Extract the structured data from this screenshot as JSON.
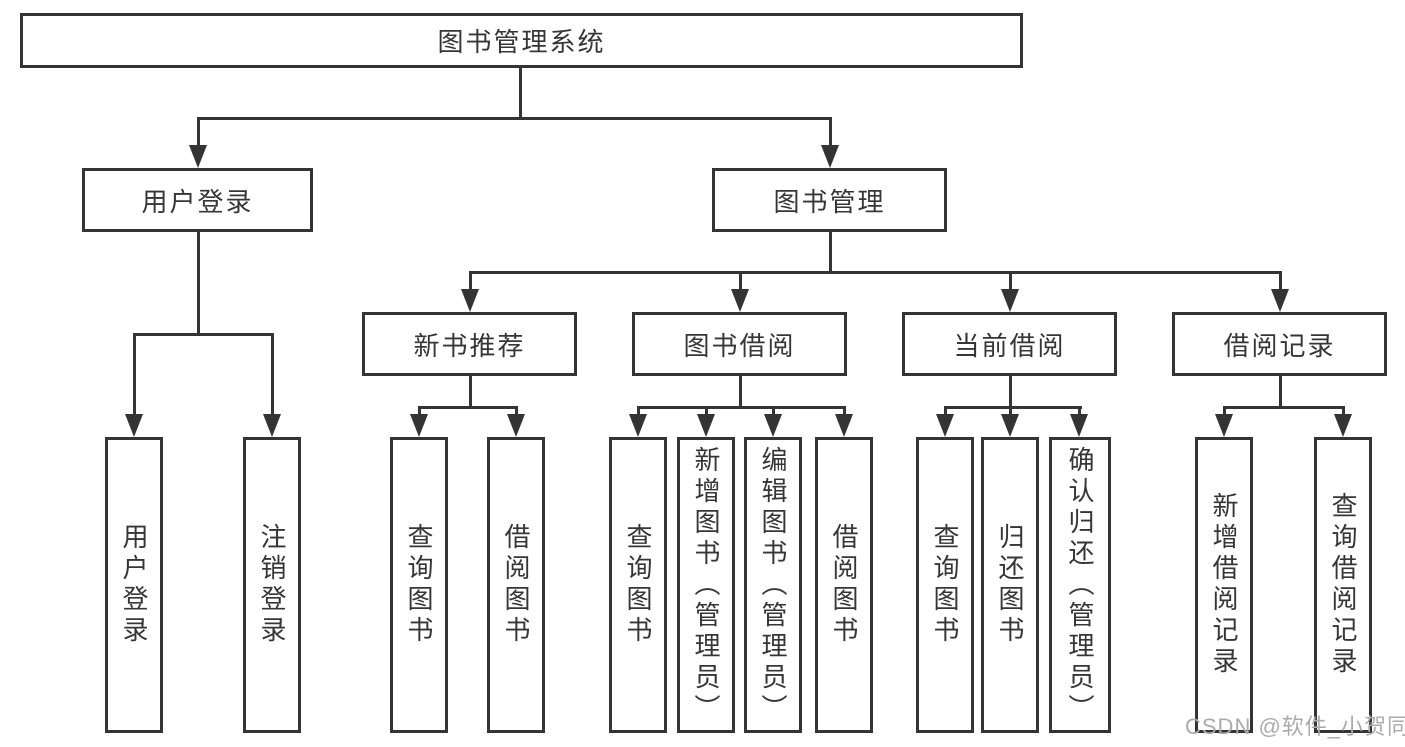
{
  "diagram": {
    "title": "图书管理系统",
    "colors": {
      "line": "#343434",
      "text": "#363636",
      "background": "#ffffff",
      "watermark": "#ababab"
    },
    "boxes": {
      "root": "图书管理系统",
      "l2": [
        "用户登录",
        "图书管理"
      ],
      "l3": [
        "新书推荐",
        "图书借阅",
        "当前借阅",
        "借阅记录"
      ],
      "leaf_user_login": [
        "用户登录",
        "注销登录"
      ],
      "leaf_new_book": [
        "查询图书",
        "借阅图书"
      ],
      "leaf_book_borrow": [
        "查询图书",
        "新增图书（管理员）",
        "编辑图书（管理员）",
        "借阅图书"
      ],
      "leaf_current_borrow": [
        "查询图书",
        "归还图书",
        "确认归还（管理员）"
      ],
      "leaf_records": [
        "新增借阅记录",
        "查询借阅记录"
      ]
    },
    "watermark": "CSDN @软件_小贺同学"
  }
}
